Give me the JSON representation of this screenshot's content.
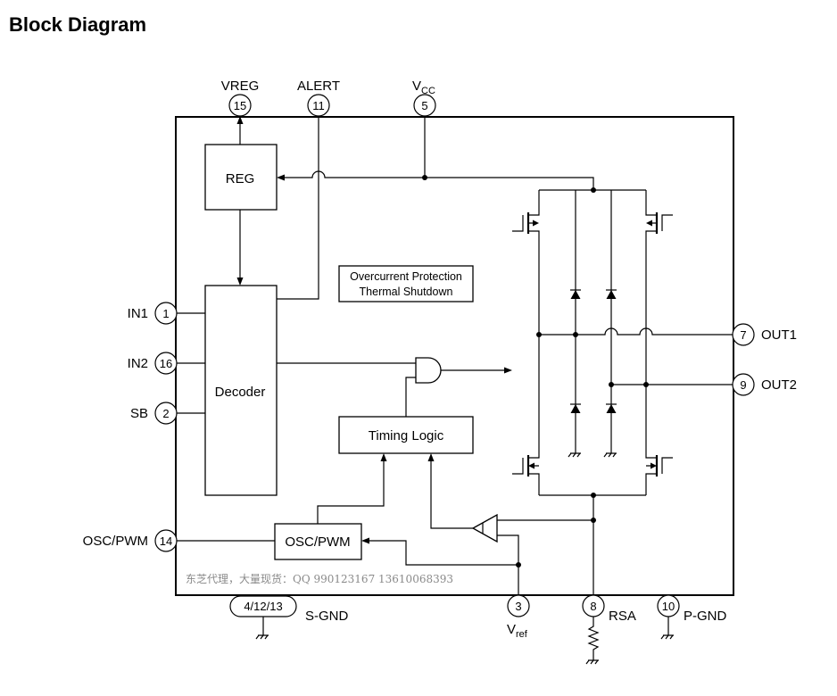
{
  "title": "Block Diagram",
  "pins": {
    "vreg": {
      "label": "VREG",
      "number": "15"
    },
    "alert": {
      "label": "ALERT",
      "number": "11"
    },
    "vcc": {
      "label": "V",
      "sub": "CC",
      "number": "5"
    },
    "in1": {
      "label": "IN1",
      "number": "1"
    },
    "in2": {
      "label": "IN2",
      "number": "16"
    },
    "sb": {
      "label": "SB",
      "number": "2"
    },
    "osc_pwm": {
      "label": "OSC/PWM",
      "number": "14"
    },
    "out1": {
      "label": "OUT1",
      "number": "7"
    },
    "out2": {
      "label": "OUT2",
      "number": "9"
    },
    "sgnd": {
      "label": "S-GND",
      "number": "4/12/13"
    },
    "vref": {
      "label": "V",
      "sub": "ref",
      "number": "3"
    },
    "rsa": {
      "label": "RSA",
      "number": "8"
    },
    "pgnd": {
      "label": "P-GND",
      "number": "10"
    }
  },
  "blocks": {
    "reg": "REG",
    "decoder": "Decoder",
    "protection_line1": "Overcurrent Protection",
    "protection_line2": "Thermal Shutdown",
    "timing_logic": "Timing Logic",
    "osc_pwm": "OSC/PWM"
  },
  "watermark": "东芝代理，大量现货：QQ 990123167 13610068393"
}
